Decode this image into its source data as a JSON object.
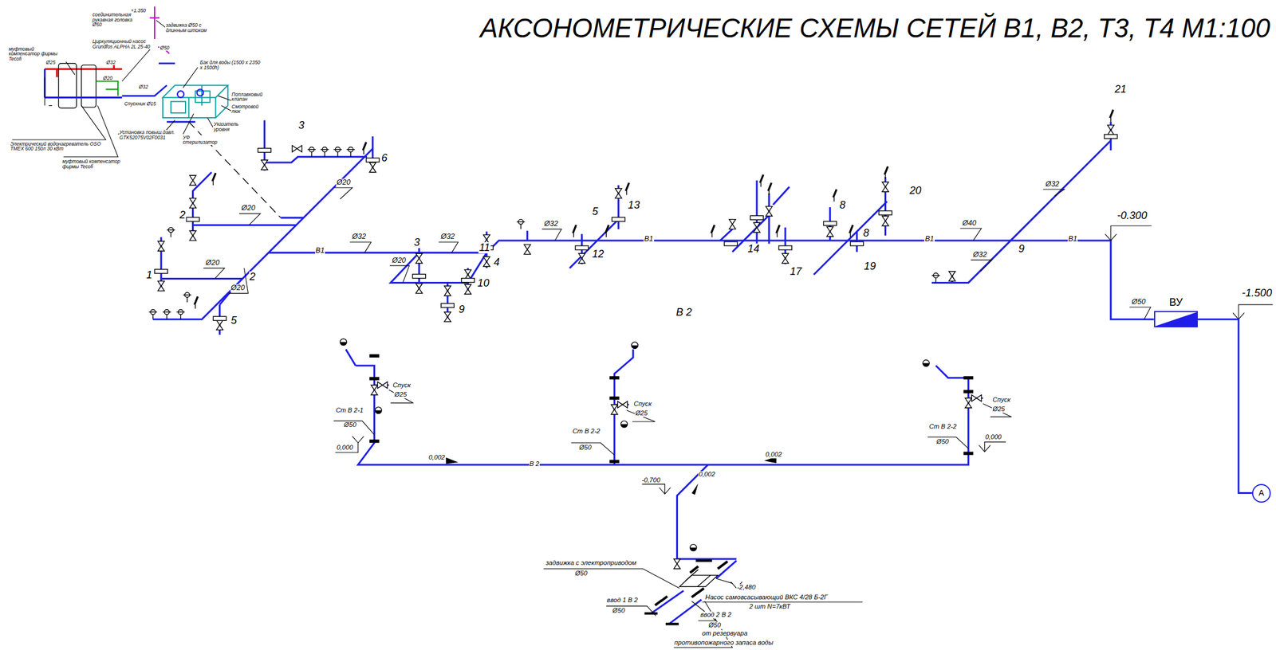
{
  "diagram": {
    "title": "АКСОНОМЕТРИЧЕСКИЕ СХЕМЫ СЕТЕЙ В1, В2, Т3, Т4 М1:100",
    "nodes": [
      {
        "text": [
          "ВУ"
        ]
      },
      {
        "text": [
          "A"
        ]
      }
    ],
    "edges": [
      {
        "from": 0,
        "to": 1,
        "arrow": "none"
      }
    ],
    "labels": [
      "+1,350",
      "соединительная рукавная головка Ø50",
      "задвижка Ø50 с длинным штоком",
      "муфтовый компенсатор фирмы Tecofi",
      "Циркуляционный насос Grundfos ALPHA 2L 25-40",
      "Ø50",
      "Ø25",
      "Ø32",
      "Ø20",
      "Бак для воды (1500 x 2350 x 1500h)",
      "Ø32",
      "Спускник Ø15",
      "Поплавковый клапан",
      "Смотровой люк",
      "Указатель уровня",
      "Установка повыш.давл. GTK52075V02F0031",
      "УФ стерилизатор",
      "Электрический водонагреватель OSO TMEX 600 150л 30 кВт",
      "муфтовый компенсатор фирмы Tecofi",
      "3",
      "6",
      "2",
      "Ø20",
      "Ø20",
      "1",
      "Ø20",
      "2",
      "Ø20",
      "5",
      "В1",
      "Ø32",
      "3",
      "Ø32",
      "Ø20",
      "11",
      "4",
      "10",
      "9",
      "Ø32",
      "5",
      "13",
      "12",
      "В1",
      "14",
      "17",
      "8",
      "8",
      "19",
      "20",
      "В1",
      "Ø40",
      "Ø32",
      "Ø32",
      "9",
      "21",
      "В1",
      "-0.300",
      "Ø50",
      "-1.500",
      "В 2",
      "Спуск",
      "Ø25",
      "Ст В 2-1",
      "Ø50",
      "0,000",
      "0,002",
      "В 2",
      "Спуск",
      "Ø25",
      "Ст В 2-2",
      "Ø50",
      "0,002",
      "Спуск",
      "Ø25",
      "Ст В 2-2",
      "Ø50",
      "0,000",
      "-0,700",
      "0,002",
      "задвижка с электроприводом",
      "Ø50",
      "-2,480",
      "Насос самовсасывающий ВКС 4/28 Б-2Г",
      "2 шт N=7кВТ",
      "ввод 1 В 2",
      "Ø50",
      "ввод 2 В 2",
      "Ø50",
      "от резервуара",
      "противопожарного запаса воды"
    ]
  }
}
